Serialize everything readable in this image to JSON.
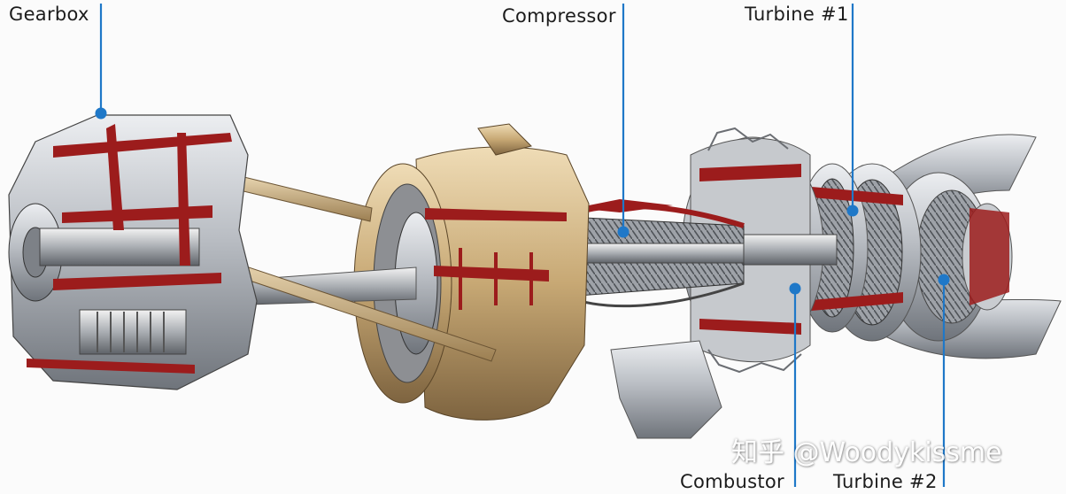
{
  "labels": {
    "gearbox": "Gearbox",
    "compressor": "Compressor",
    "turbine1": "Turbine #1",
    "combustor": "Combustor",
    "turbine2": "Turbine #2"
  },
  "watermark": "知乎 @Woodykissme",
  "colors": {
    "leader_line": "#1f78c8",
    "cutaway_red": "#9c1c1c",
    "metal": "#b8bcc2",
    "brass": "#c9ab7a"
  }
}
